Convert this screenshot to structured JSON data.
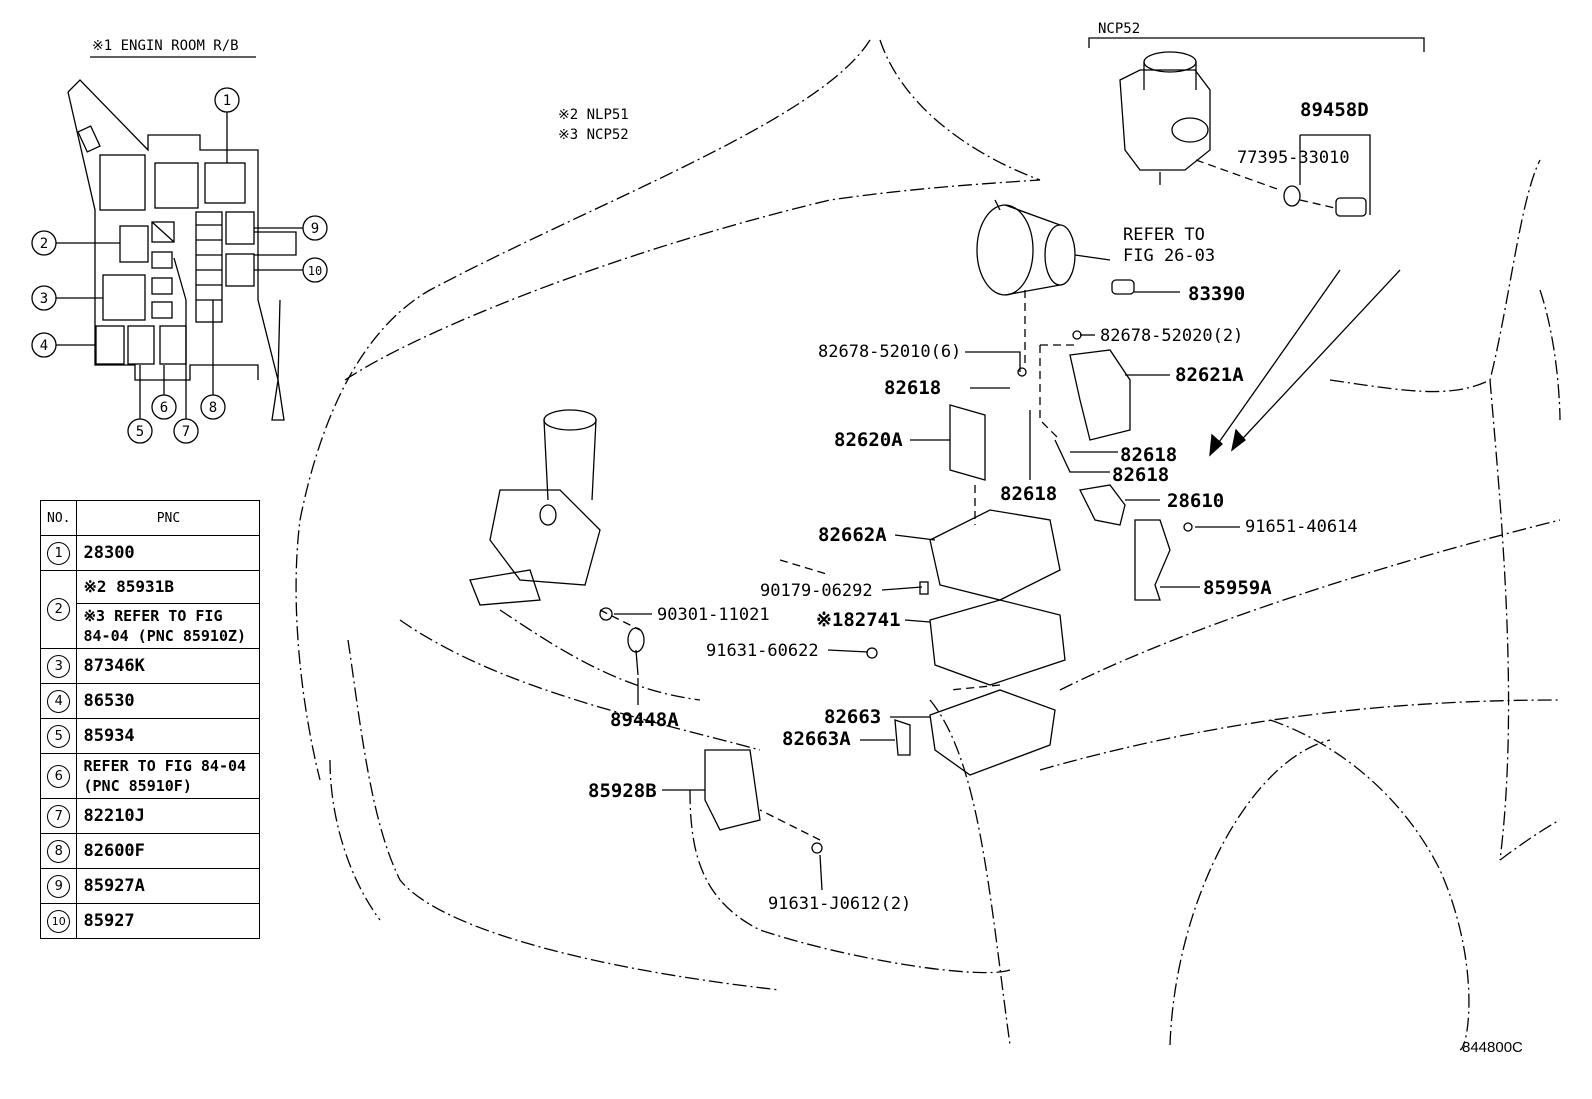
{
  "relay_block": {
    "title": "※1 ENGIN ROOM R/B",
    "callouts": [
      "1",
      "2",
      "3",
      "4",
      "5",
      "6",
      "7",
      "8",
      "9",
      "10"
    ]
  },
  "table": {
    "header_no": "NO.",
    "header_pnc": "PNC",
    "rows": [
      {
        "no": "1",
        "pnc": "28300"
      },
      {
        "no": "2",
        "pnc": "※2 85931B",
        "pnc2": "※3 REFER TO FIG 84-04 (PNC 85910Z)"
      },
      {
        "no": "3",
        "pnc": "87346K"
      },
      {
        "no": "4",
        "pnc": "86530"
      },
      {
        "no": "5",
        "pnc": "85934"
      },
      {
        "no": "6",
        "pnc": "REFER TO FIG 84-04 (PNC 85910F)"
      },
      {
        "no": "7",
        "pnc": "82210J"
      },
      {
        "no": "8",
        "pnc": "82600F"
      },
      {
        "no": "9",
        "pnc": "85927A"
      },
      {
        "no": "10",
        "pnc": "85927"
      }
    ]
  },
  "notes": {
    "n2": "※2 NLP51",
    "n3": "※3 NCP52",
    "ncp52": "NCP52"
  },
  "parts": {
    "p89458D": "89458D",
    "p77395": "77395-33010",
    "refer1": "REFER TO",
    "refer2": "FIG 26-03",
    "p83390": "83390",
    "p82678a": "82678-52020(2)",
    "p82678b": "82678-52010(6)",
    "p82621A": "82621A",
    "p82618a": "82618",
    "p82618b": "82618",
    "p82618c": "82618",
    "p82618d": "82618",
    "p82620A": "82620A",
    "p28610": "28610",
    "p91651": "91651-40614",
    "p82662A": "82662A",
    "p90179": "90179-06292",
    "p85959A": "85959A",
    "p82741": "※182741",
    "p90301": "90301-11021",
    "p91631a": "91631-60622",
    "p89448A": "89448A",
    "p82663": "82663",
    "p82663A": "82663A",
    "p85928B": "85928B",
    "p91631b": "91631-J0612(2)"
  },
  "figure_id": "844800C"
}
